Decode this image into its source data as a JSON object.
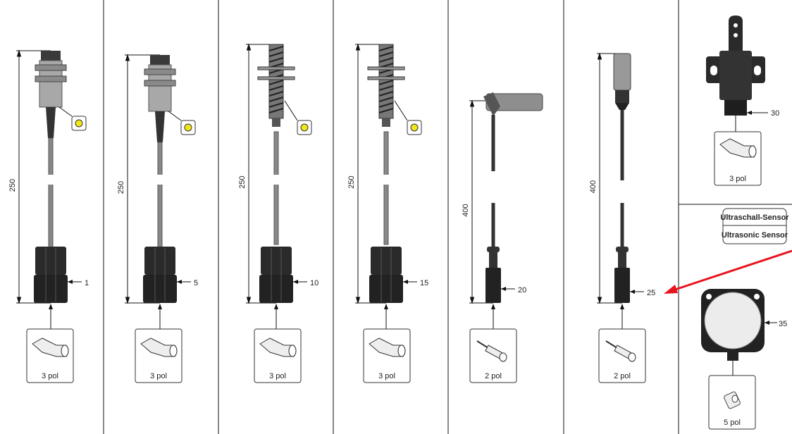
{
  "columns": [
    {
      "dimension": "250",
      "part_number": "1",
      "connector": "3 pol",
      "style": "smooth",
      "indicator_icon": "led-sun-icon"
    },
    {
      "dimension": "250",
      "part_number": "5",
      "connector": "3 pol",
      "style": "smooth",
      "indicator_icon": "led-sun-icon"
    },
    {
      "dimension": "250",
      "part_number": "10",
      "connector": "3 pol",
      "style": "thread",
      "indicator_icon": "led-sun-icon"
    },
    {
      "dimension": "250",
      "part_number": "15",
      "connector": "3 pol",
      "style": "thread",
      "indicator_icon": "led-sun-icon"
    },
    {
      "dimension": "400",
      "part_number": "20",
      "connector": "2 pol",
      "style": "angled"
    },
    {
      "dimension": "400",
      "part_number": "25",
      "connector": "2 pol",
      "style": "straight"
    }
  ],
  "right_top": {
    "part_number": "30",
    "connector": "3 pol"
  },
  "right_bottom": {
    "label_de": "Ultraschall-Sensor",
    "label_en": "Ultrasonic Sensor",
    "part_number": "35",
    "connector": "5 pol"
  },
  "colors": {
    "arrow": "#e8141e",
    "led": "#f2e61a",
    "body": "#9a9a9a",
    "dark": "#2a2a2a"
  }
}
